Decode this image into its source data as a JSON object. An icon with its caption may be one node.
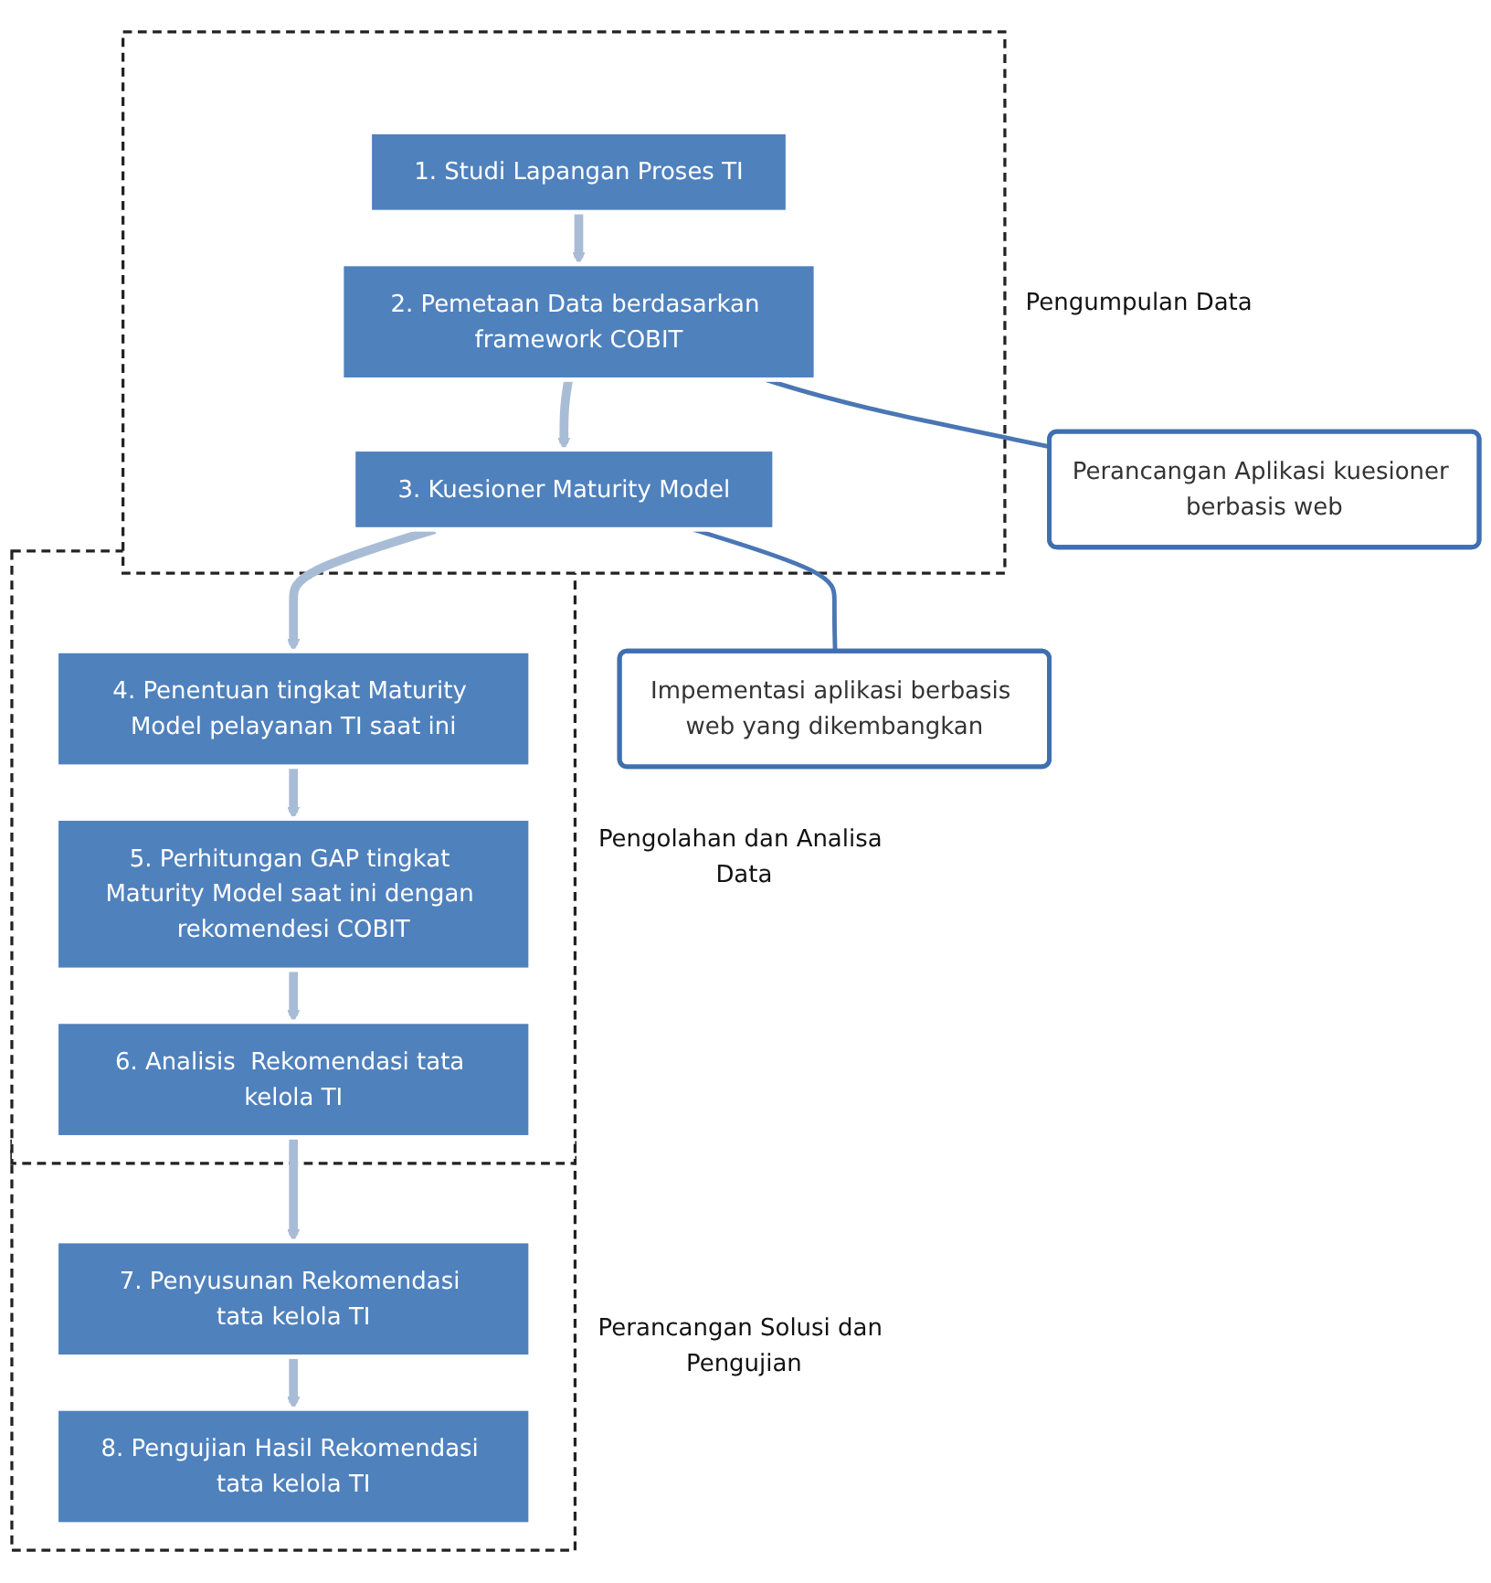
{
  "diagram": {
    "nodes": [
      {
        "text": [
          "Pengumpulan Data"
        ]
      },
      {
        "text": [
          "1. Studi Lapangan Proses TI"
        ],
        "in": 0
      },
      {
        "text": [
          "2. Pemetaan Data berdasarkan framework COBIT"
        ],
        "in": 0
      },
      {
        "text": [
          "Perancangan Aplikasi kuesioner berbasis web"
        ]
      },
      {
        "text": [
          "3. Kuesioner Maturity Model"
        ],
        "in": 0
      },
      {
        "text": [
          "Impementasi aplikasi berbasis web yang dikembangkan"
        ]
      },
      {
        "text": [
          "Pengolahan dan Analisa Data"
        ]
      },
      {
        "text": [
          "4. Penentuan tingkat Maturity Model pelayanan TI saat ini"
        ],
        "in": 6
      },
      {
        "text": [
          "5. Perhitungan GAP tingkat Maturity Model saat ini dengan rekomendesi COBIT"
        ],
        "in": 6
      },
      {
        "text": [
          "6. Analisis  Rekomendasi tata kelola TI"
        ],
        "in": 6
      },
      {
        "text": [
          "Perancangan Solusi dan Pengujian"
        ]
      },
      {
        "text": [
          "7. Penyusunan Rekomendasi tata kelola TI"
        ],
        "in": 10
      },
      {
        "text": [
          "8. Pengujian Hasil Rekomendasi tata kelola TI"
        ],
        "in": 10
      }
    ],
    "edges": [
      {
        "from": 1,
        "to": 2,
        "arrow": "to"
      },
      {
        "from": 2,
        "to": 3,
        "arrow": "none",
        "color": "#4a76b4"
      },
      {
        "from": 2,
        "to": 4,
        "arrow": "to"
      },
      {
        "from": 4,
        "to": 5,
        "arrow": "none",
        "color": "#4a76b4"
      },
      {
        "from": 4,
        "to": 7,
        "arrow": "to"
      },
      {
        "from": 7,
        "to": 8,
        "arrow": "to"
      },
      {
        "from": 8,
        "to": 9,
        "arrow": "to"
      },
      {
        "from": 9,
        "to": 11,
        "arrow": "to"
      },
      {
        "from": 11,
        "to": 12,
        "arrow": "to"
      }
    ]
  }
}
